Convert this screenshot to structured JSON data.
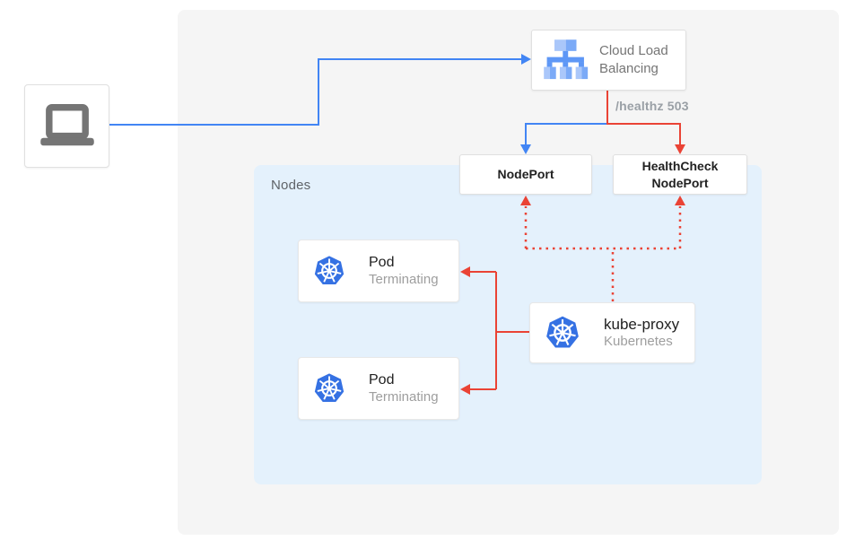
{
  "colors": {
    "traffic-blue": "#4285f4",
    "health-red": "#ea4335",
    "canvas-gray": "#f5f5f5",
    "nodes-bg": "#e4f1fc",
    "border-gray": "#e0e0e0",
    "k8s-blue": "#3571e3",
    "clb-light-blue": "#aac7fa",
    "clb-mid-blue": "#7baaf7",
    "clb-deep-blue": "#5e97f6",
    "laptop-gray": "#757575",
    "text-dark": "#212121",
    "text-gray": "#757575",
    "text-light": "#9e9e9e",
    "annotation-gray": "#9aa0a6",
    "nodes-label-gray": "#5f6368"
  },
  "client": {
    "icon": "laptop-icon"
  },
  "load_balancer": {
    "icon": "cloud-load-balancing-icon",
    "label": "Cloud Load Balancing"
  },
  "health_annotation": "/healthz 503",
  "node_ports": {
    "nodeport_label": "NodePort",
    "healthcheck_label": "HealthCheck NodePort"
  },
  "nodes_group": {
    "label": "Nodes"
  },
  "pods": [
    {
      "icon": "kubernetes-icon",
      "title": "Pod",
      "status": "Terminating"
    },
    {
      "icon": "kubernetes-icon",
      "title": "Pod",
      "status": "Terminating"
    }
  ],
  "kube_proxy": {
    "icon": "kubernetes-icon",
    "title": "kube-proxy",
    "subtitle": "Kubernetes"
  }
}
